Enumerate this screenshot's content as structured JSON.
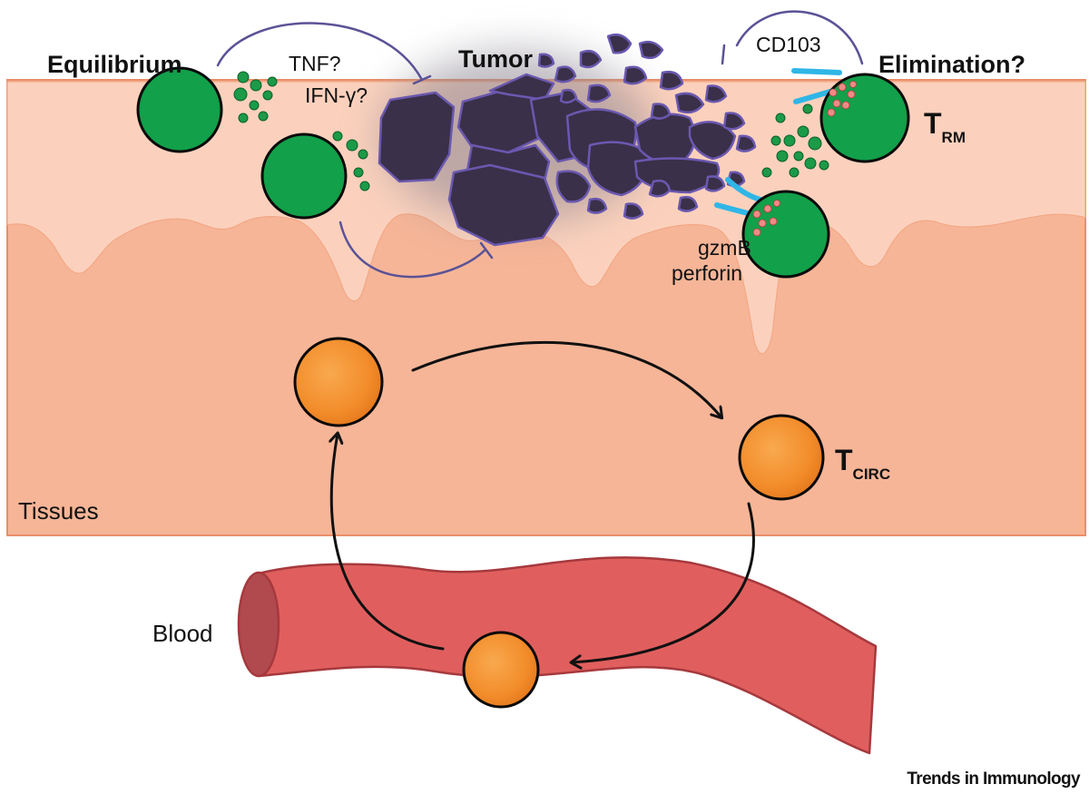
{
  "labels": {
    "equilibrium": "Equilibrium",
    "tumor": "Tumor",
    "elimination": "Elimination?",
    "tnf": "TNF?",
    "ifng": "IFN-γ?",
    "cd103": "CD103",
    "gzmb": "gzmB",
    "perforin": "perforin",
    "trm_main": "T",
    "trm_sub": "RM",
    "tcirc_main": "T",
    "tcirc_sub": "CIRC",
    "tissues": "Tissues",
    "blood": "Blood"
  },
  "credit": "Trends in Immunology",
  "colors": {
    "tissue": "#f6b597",
    "tissue_edge": "#e98f69",
    "epithelium": "#fbd1bd",
    "trm_cell": "#12a04a",
    "cytokine_dot": "#1b9a48",
    "circ_cell": "#f28c2b",
    "circ_cell_light": "#f7a24a",
    "tumor_cell": "#3a3049",
    "tumor_edge": "#6a58b0",
    "inhibition_line": "#5a5296",
    "cd103": "#2fb6e6",
    "granule": "#f08a86",
    "vessel": "#e05f5e",
    "vessel_dark": "#a6393d"
  }
}
